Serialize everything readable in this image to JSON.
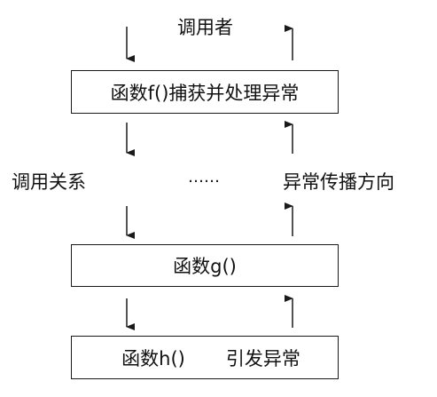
{
  "caller_label": "调用者",
  "call_relation_label": "调用关系",
  "ellipsis": "……",
  "exception_propagation_label": "异常传播方向",
  "boxes": {
    "f": "函数f()捕获并处理异常",
    "g": "函数g()",
    "h_func": "函数h()",
    "h_action": "引发异常"
  }
}
